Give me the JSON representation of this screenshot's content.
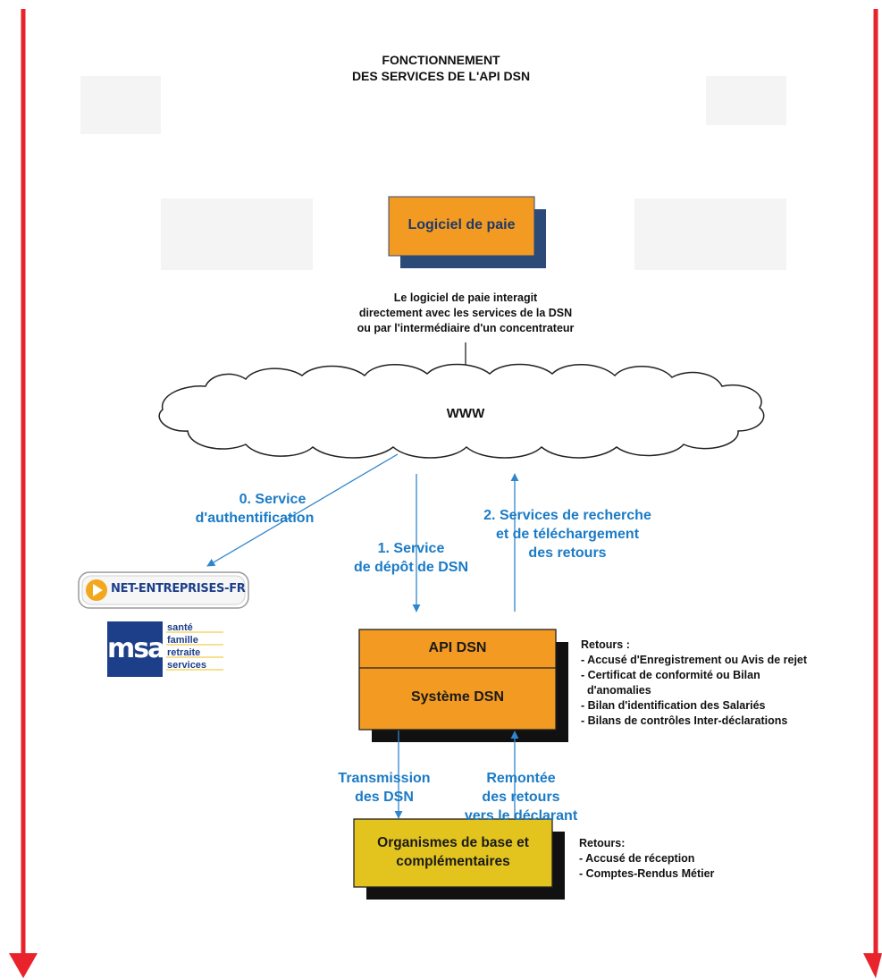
{
  "title": {
    "line1": "FONCTIONNEMENT",
    "line2": "DES SERVICES DE L'API DSN"
  },
  "logiciel": {
    "label": "Logiciel de paie"
  },
  "interaction_note": {
    "line1": "Le logiciel de paie interagit",
    "line2": "directement avec les services de la DSN",
    "line3": "ou par l'intermédiaire d'un concentrateur"
  },
  "cloud": {
    "label": "WWW"
  },
  "service_auth": {
    "line1": "0. Service",
    "line2": "d'authentification"
  },
  "service_depot": {
    "line1": "1. Service",
    "line2": "de dépôt de DSN"
  },
  "service_recherche": {
    "line1": "2. Services de recherche",
    "line2": "et de téléchargement",
    "line3": "des retours"
  },
  "net_entreprises": {
    "label": "NET-ENTREPRISES-FR"
  },
  "msa": {
    "logo_text": "msa",
    "lines": [
      "santé",
      "famille",
      "retraite",
      "services"
    ]
  },
  "api_box": {
    "top_label": "API DSN",
    "bottom_label": "Système DSN"
  },
  "retours_api": {
    "heading": "Retours :",
    "items": [
      "- Accusé d'Enregistrement ou Avis de rejet",
      "- Certificat de conformité ou Bilan",
      "  d'anomalies",
      "- Bilan d'identification des Salariés",
      "- Bilans de contrôles Inter-déclarations"
    ]
  },
  "transmission": {
    "line1": "Transmission",
    "line2": "des DSN"
  },
  "remontee": {
    "line1": "Remontée",
    "line2": "des retours",
    "line3": "vers le déclarant"
  },
  "organismes": {
    "line1": "Organismes de base et",
    "line2": "complémentaires"
  },
  "retours_org": {
    "heading": "Retours:",
    "items": [
      "- Accusé de réception",
      "- Comptes-Rendus Métier"
    ]
  },
  "colors": {
    "orange": "#f39a22",
    "navy": "#2b4a78",
    "yellow": "#e3c41e",
    "blue_text": "#1b7bc6",
    "red_arrow": "#e8232b"
  }
}
